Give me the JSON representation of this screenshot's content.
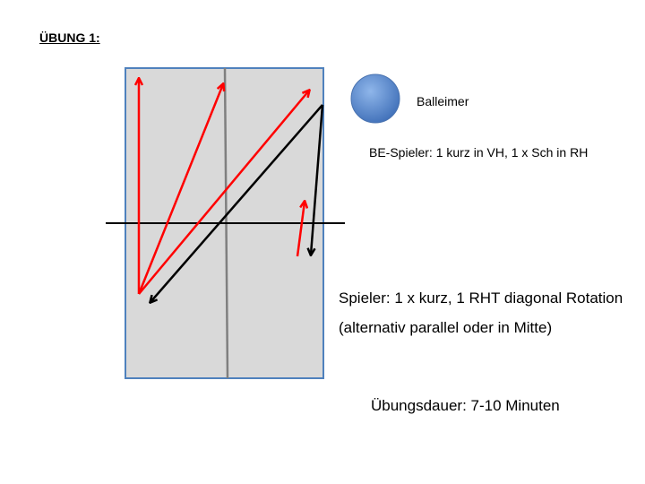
{
  "title": "ÜBUNG 1:",
  "labels": {
    "ball_bucket": "Balleimer",
    "be_player": "BE-Spieler: 1 kurz in VH, 1 x Sch in RH",
    "player": "Spieler: 1 x kurz, 1 RHT diagonal Rotation",
    "alternative": "(alternativ parallel oder in Mitte)",
    "duration": "Übungsdauer: 7-10 Minuten"
  },
  "colors": {
    "table_fill": "#d9d9d9",
    "table_border": "#4f81bd",
    "center_line": "#7f7f7f",
    "net": "#000000",
    "red_arrow": "#ff0000",
    "black_arrow": "#000000",
    "ball_bucket": "#4f81bd"
  }
}
